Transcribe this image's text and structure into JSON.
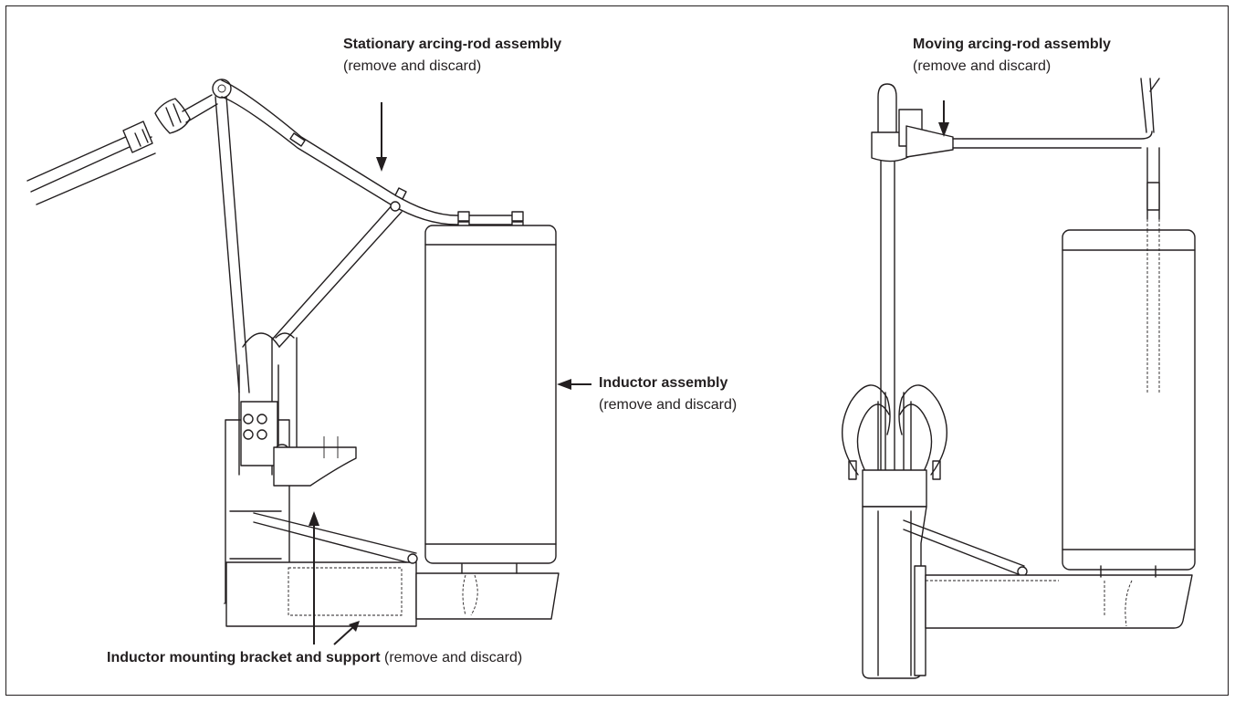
{
  "labels": {
    "stationary_title": "Stationary arcing-rod assembly",
    "stationary_note": "(remove and discard)",
    "moving_title": "Moving arcing-rod assembly",
    "moving_note": "(remove and discard)",
    "inductor_title": "Inductor assembly",
    "inductor_note": "(remove and discard)",
    "bracket_title": "Inductor mounting bracket and support",
    "bracket_note": " (remove and discard)"
  },
  "colors": {
    "ink": "#231f20",
    "background": "#ffffff"
  }
}
